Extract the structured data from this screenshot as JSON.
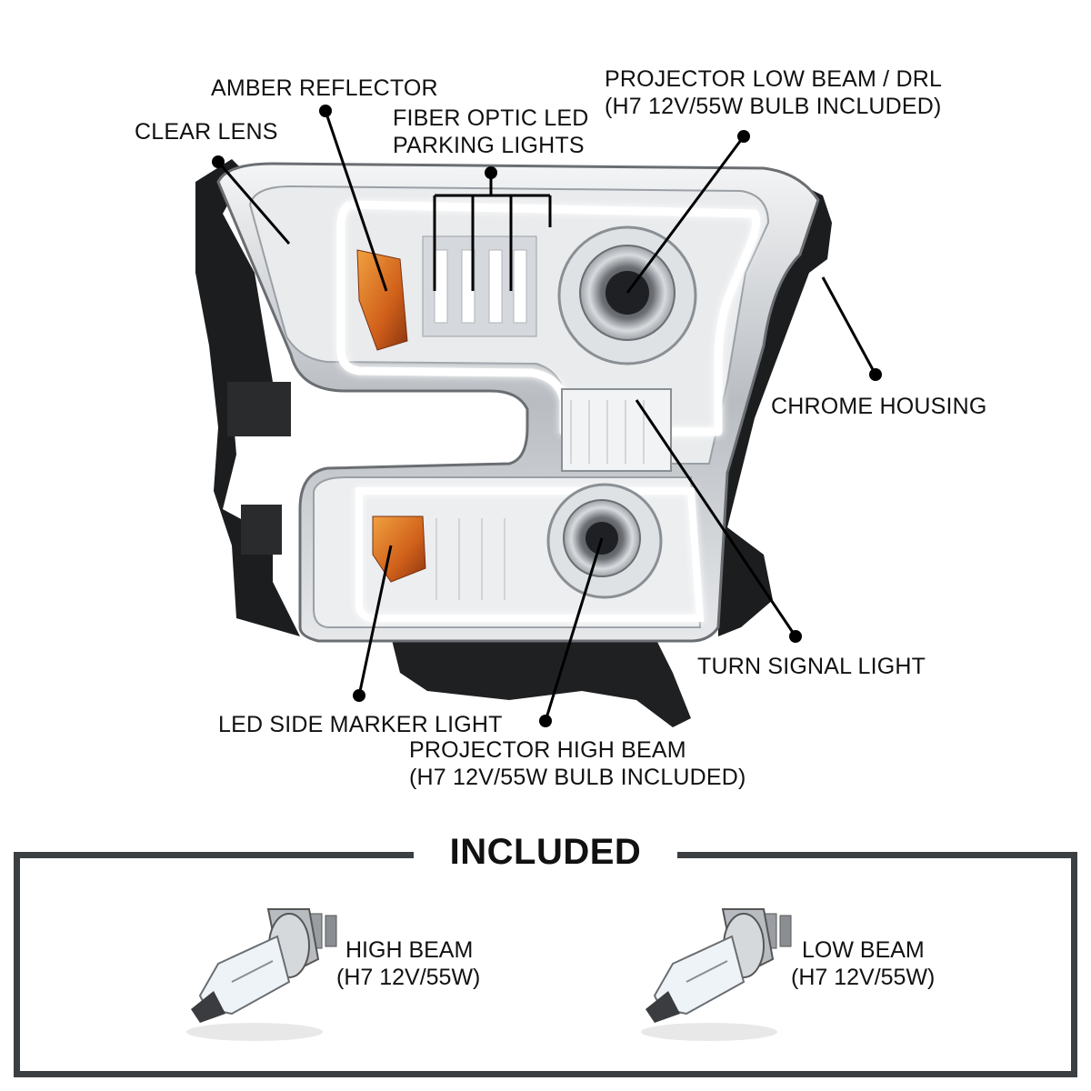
{
  "callouts": {
    "amber_reflector": "AMBER REFLECTOR",
    "clear_lens": "CLEAR LENS",
    "fiber_optic_line1": "FIBER OPTIC LED",
    "fiber_optic_line2": "PARKING LIGHTS",
    "projector_low_line1": "PROJECTOR LOW BEAM / DRL",
    "projector_low_line2": "(H7 12V/55W BULB INCLUDED)",
    "chrome_housing": "CHROME HOUSING",
    "turn_signal": "TURN SIGNAL LIGHT",
    "led_side_marker": "LED SIDE MARKER LIGHT",
    "projector_high_line1": "PROJECTOR HIGH BEAM",
    "projector_high_line2": "(H7 12V/55W BULB INCLUDED)"
  },
  "included": {
    "title": "INCLUDED",
    "bulbs": [
      {
        "name": "HIGH BEAM",
        "spec": "(H7 12V/55W)"
      },
      {
        "name": "LOW BEAM",
        "spec": "(H7 12V/55W)"
      }
    ]
  },
  "colors": {
    "chrome": "#c9ccd0",
    "housing_black": "#1c1d1f",
    "amber": "#e07a1a",
    "drl_white": "#ffffff",
    "frame": "#3b3f42"
  }
}
